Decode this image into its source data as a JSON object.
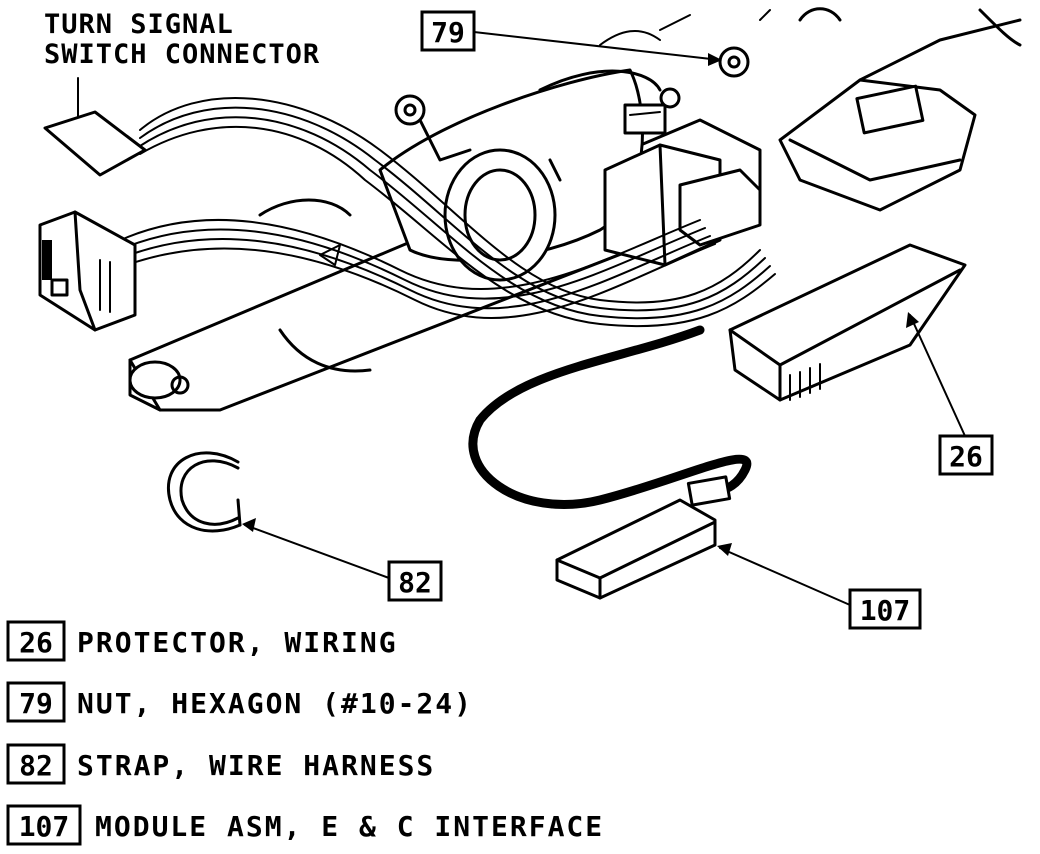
{
  "top_label": {
    "line1": "TURN SIGNAL",
    "line2": "SWITCH CONNECTOR"
  },
  "callouts": {
    "c79": "79",
    "c26": "26",
    "c82": "82",
    "c107": "107"
  },
  "legend": [
    {
      "num": "26",
      "desc": "PROTECTOR, WIRING"
    },
    {
      "num": "79",
      "desc": "NUT, HEXAGON (#10-24)"
    },
    {
      "num": "82",
      "desc": "STRAP, WIRE HARNESS"
    },
    {
      "num": "107",
      "desc": "MODULE ASM, E & C INTERFACE"
    }
  ]
}
